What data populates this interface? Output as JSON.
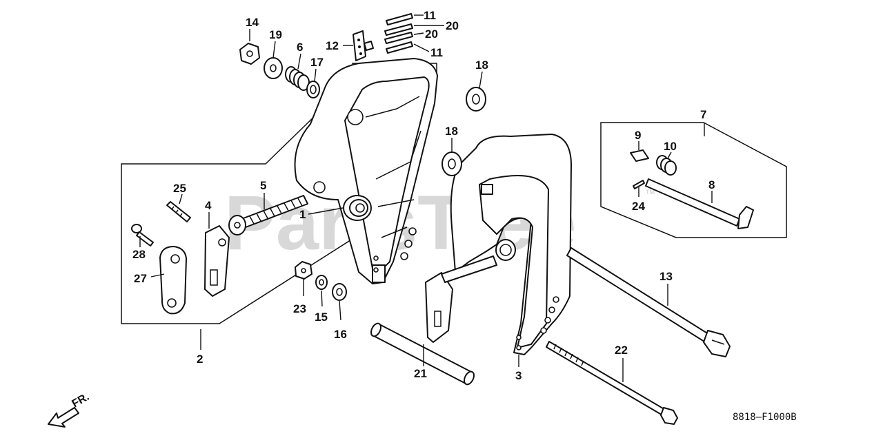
{
  "watermark": {
    "text": "PartsTree",
    "trademark": "TM"
  },
  "diagram_code": "8818—F1000B",
  "direction_label": "FR.",
  "callouts": {
    "c1": "1",
    "c2": "2",
    "c3": "3",
    "c4": "4",
    "c5": "5",
    "c6": "6",
    "c7": "7",
    "c8": "8",
    "c9": "9",
    "c10": "10",
    "c11a": "11",
    "c11b": "11",
    "c12": "12",
    "c13": "13",
    "c14": "14",
    "c15": "15",
    "c16": "16",
    "c17": "17",
    "c18a": "18",
    "c18b": "18",
    "c19": "19",
    "c20a": "20",
    "c20b": "20",
    "c21": "21",
    "c22": "22",
    "c23": "23",
    "c24": "24",
    "c25": "25",
    "c27": "27",
    "c28": "28"
  }
}
